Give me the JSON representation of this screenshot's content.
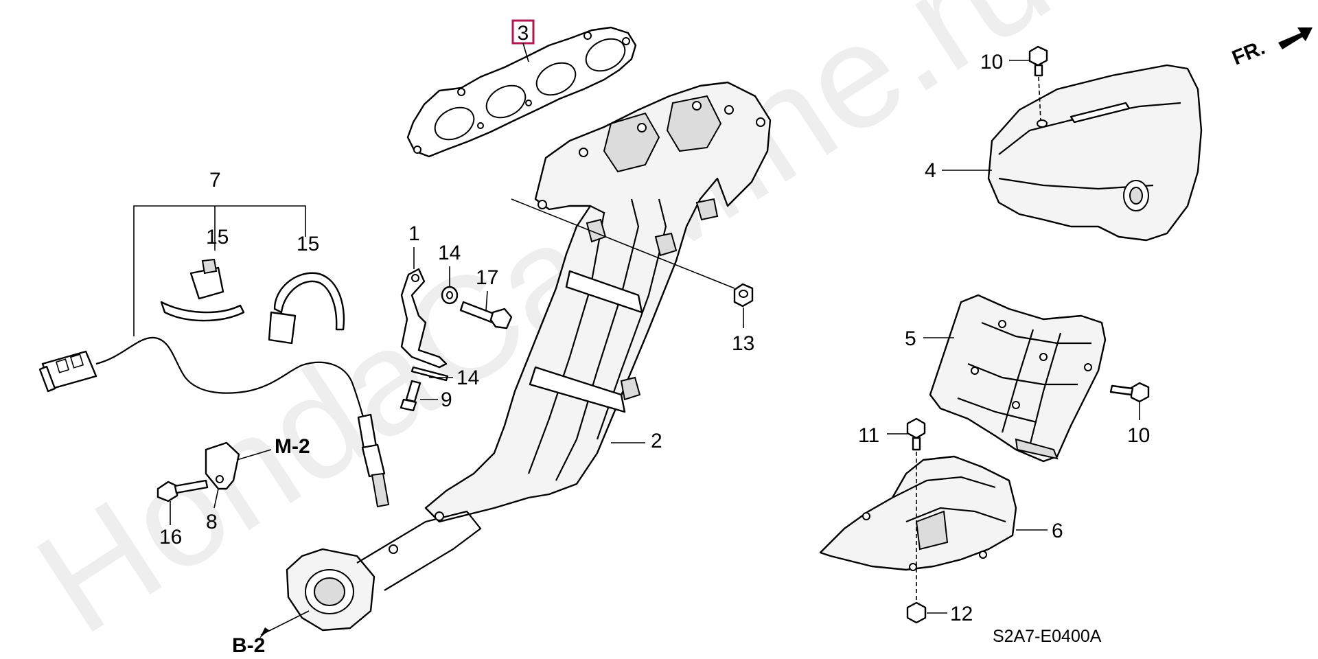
{
  "diagram": {
    "watermark": "HondaCarMine.ru",
    "drawing_code": "S2A7-E0400A",
    "front_indicator": "FR.",
    "highlighted_part": "3",
    "callouts": [
      "1",
      "2",
      "3",
      "4",
      "5",
      "6",
      "7",
      "8",
      "9",
      "10",
      "10",
      "11",
      "12",
      "13",
      "14",
      "14",
      "15",
      "15",
      "16",
      "17"
    ],
    "references": [
      "M-2",
      "B-2"
    ]
  }
}
